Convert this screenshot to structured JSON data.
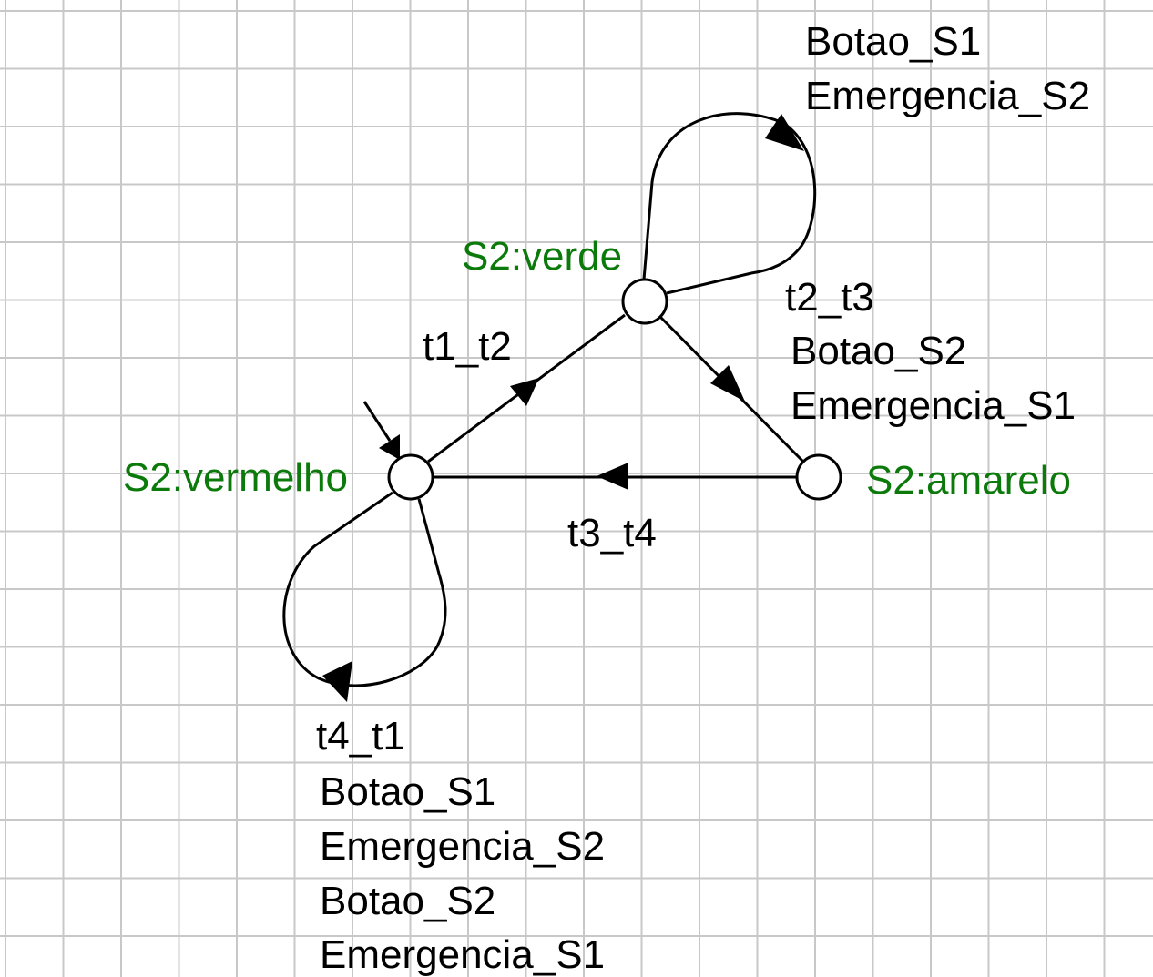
{
  "colors": {
    "state_label": "#0b7a0b",
    "edge": "#000000",
    "grid": "#c8c8c8",
    "background": "#ffffff"
  },
  "states": {
    "verde": {
      "label": "S2:verde"
    },
    "vermelho": {
      "label": "S2:vermelho"
    },
    "amarelo": {
      "label": "S2:amarelo"
    }
  },
  "transitions": {
    "loop_verde": {
      "lines": [
        "Botao_S1",
        "Emergencia_S2"
      ]
    },
    "t1_t2": {
      "lines": [
        "t1_t2"
      ]
    },
    "t2_t3": {
      "lines": [
        "t2_t3",
        "Botao_S2",
        "Emergencia_S1"
      ]
    },
    "t3_t4": {
      "lines": [
        "t3_t4"
      ]
    },
    "t4_t1": {
      "lines": [
        "t4_t1",
        "Botao_S1",
        "Emergencia_S2",
        "Botao_S2",
        "Emergencia_S1"
      ]
    }
  }
}
